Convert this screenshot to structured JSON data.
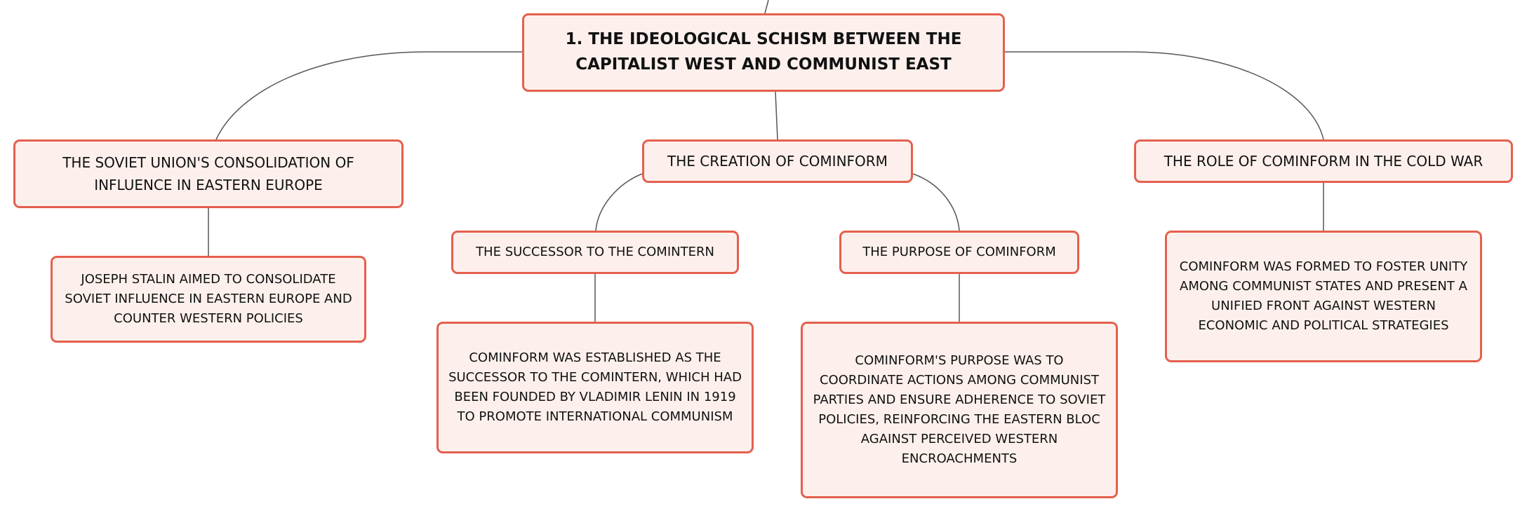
{
  "colors": {
    "node_fill": "#fdf0ec",
    "node_border": "#e4604d",
    "connector": "#555555",
    "text": "#111111"
  },
  "map": {
    "root": "1. THE IDEOLOGICAL SCHISM BETWEEN THE CAPITALIST WEST AND COMMUNIST EAST",
    "soviet_consolidation": "THE SOVIET UNION'S CONSOLIDATION OF INFLUENCE IN EASTERN EUROPE",
    "creation_of_cominform": "THE CREATION OF COMINFORM",
    "role_of_cominform": "THE ROLE OF COMINFORM IN THE COLD WAR",
    "successor": "THE SUCCESSOR TO THE COMINTERN",
    "purpose": "THE PURPOSE OF COMINFORM",
    "stalin_detail": "JOSEPH STALIN AIMED TO CONSOLIDATE SOVIET INFLUENCE IN EASTERN EUROPE AND COUNTER WESTERN POLICIES",
    "established_detail": "COMINFORM WAS ESTABLISHED AS THE SUCCESSOR TO THE COMINTERN, WHICH HAD BEEN FOUNDED BY VLADIMIR LENIN IN 1919 TO PROMOTE INTERNATIONAL COMMUNISM",
    "purpose_detail": "COMINFORM'S PURPOSE WAS TO COORDINATE ACTIONS AMONG COMMUNIST PARTIES AND ENSURE ADHERENCE TO SOVIET POLICIES, REINFORCING THE EASTERN BLOC AGAINST PERCEIVED WESTERN ENCROACHMENTS",
    "unity_detail": "COMINFORM WAS FORMED TO FOSTER UNITY AMONG COMMUNIST STATES AND PRESENT A UNIFIED FRONT AGAINST WESTERN ECONOMIC AND POLITICAL STRATEGIES"
  }
}
